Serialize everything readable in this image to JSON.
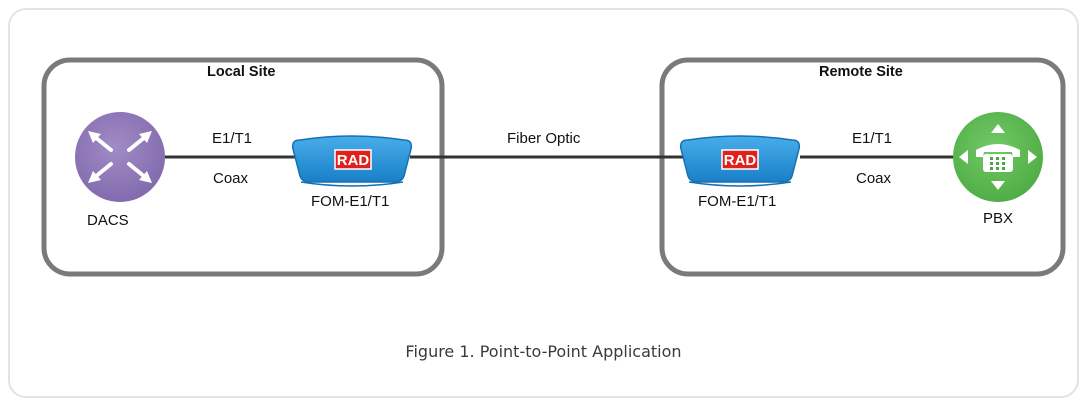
{
  "sites": {
    "local": {
      "title": "Local Site"
    },
    "remote": {
      "title": "Remote Site"
    }
  },
  "devices": {
    "dacs": {
      "label": "DACS",
      "icon": "router-icon",
      "color": "#8e75b5"
    },
    "fom_local": {
      "label": "FOM-E1/T1",
      "logo": "RAD",
      "color": "#1e8fd6"
    },
    "fom_remote": {
      "label": "FOM-E1/T1",
      "logo": "RAD",
      "color": "#1e8fd6"
    },
    "pbx": {
      "label": "PBX",
      "icon": "phone-icon",
      "color": "#5dba52"
    }
  },
  "links": {
    "local": {
      "top": "E1/T1",
      "bottom": "Coax"
    },
    "fiber": {
      "label": "Fiber Optic"
    },
    "remote": {
      "top": "E1/T1",
      "bottom": "Coax"
    }
  },
  "caption": "Figure 1.  Point-to-Point Application",
  "colors": {
    "site_border": "#7a7a7a",
    "frame_border": "#e3e3e3",
    "line": "#333333",
    "logo_red": "#e0201b"
  }
}
